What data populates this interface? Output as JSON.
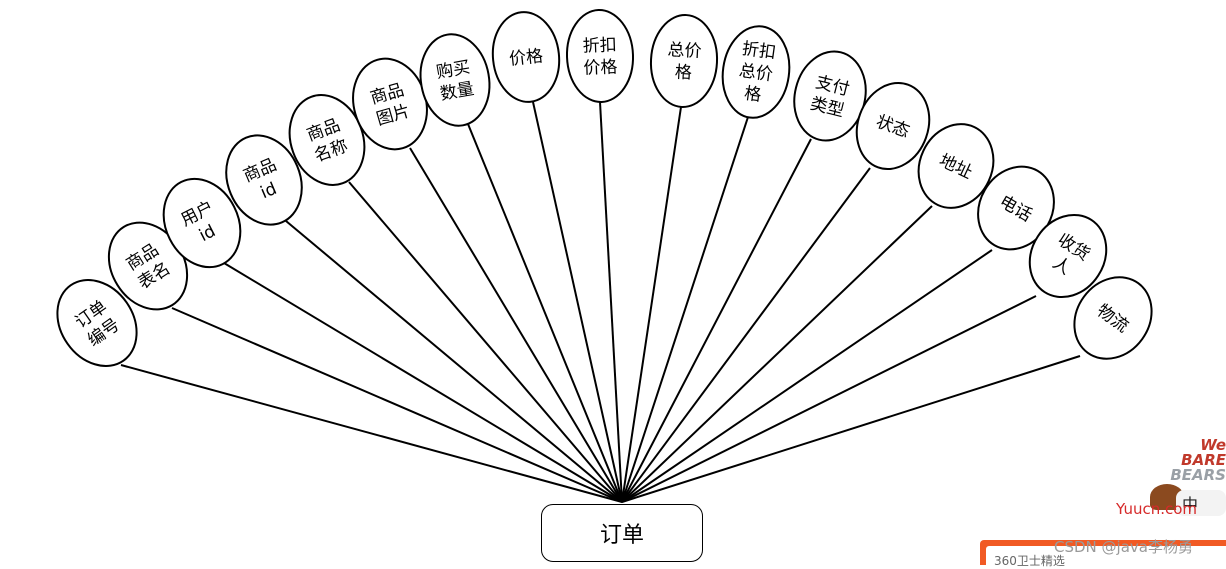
{
  "entity": {
    "label": "订单"
  },
  "attributes": [
    {
      "lines": [
        "订单",
        "编号"
      ]
    },
    {
      "lines": [
        "商品",
        "表名"
      ]
    },
    {
      "lines": [
        "用户",
        "id"
      ]
    },
    {
      "lines": [
        "商品",
        "id"
      ]
    },
    {
      "lines": [
        "商品",
        "名称"
      ]
    },
    {
      "lines": [
        "商品",
        "图片"
      ]
    },
    {
      "lines": [
        "购买",
        "数量"
      ]
    },
    {
      "lines": [
        "价格"
      ]
    },
    {
      "lines": [
        "折扣",
        "价格"
      ]
    },
    {
      "lines": [
        "总价",
        "格"
      ]
    },
    {
      "lines": [
        "折扣",
        "总价",
        "格"
      ]
    },
    {
      "lines": [
        "支付",
        "类型"
      ]
    },
    {
      "lines": [
        "状态"
      ]
    },
    {
      "lines": [
        "地址"
      ]
    },
    {
      "lines": [
        "电话"
      ]
    },
    {
      "lines": [
        "收货",
        "人"
      ]
    },
    {
      "lines": [
        "物流"
      ]
    }
  ],
  "overlay": {
    "sticker_logo_top": "We BARE",
    "sticker_logo_bottom": "BEARS",
    "sticker_badge": "中",
    "sticker_url": "Yuucn.com",
    "bottom_bar_text": "360卫士精选",
    "watermark": "CSDN @java李杨勇"
  }
}
